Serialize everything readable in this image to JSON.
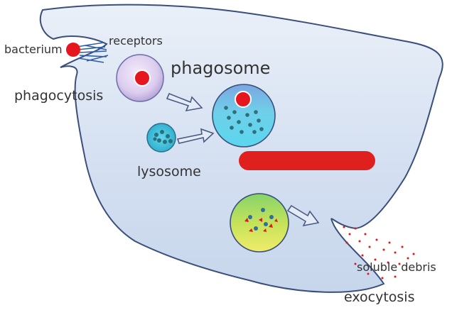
{
  "labels": {
    "bacterium": "bacterium",
    "receptors": "receptors",
    "phagocytosis": "phagocytosis",
    "phagosome": "phagosome",
    "lysosome": "lysosome",
    "soluble_debris": "soluble debris",
    "exocytosis": "exocytosis"
  },
  "colors": {
    "cell_fill": "#d6e1f2",
    "cell_stroke": "#3a4f7a",
    "bacterium": "#e5161d",
    "redaction_bar": "#e0201c",
    "arrow_fill": "#e3ebf7",
    "arrow_stroke": "#4a5a82"
  }
}
